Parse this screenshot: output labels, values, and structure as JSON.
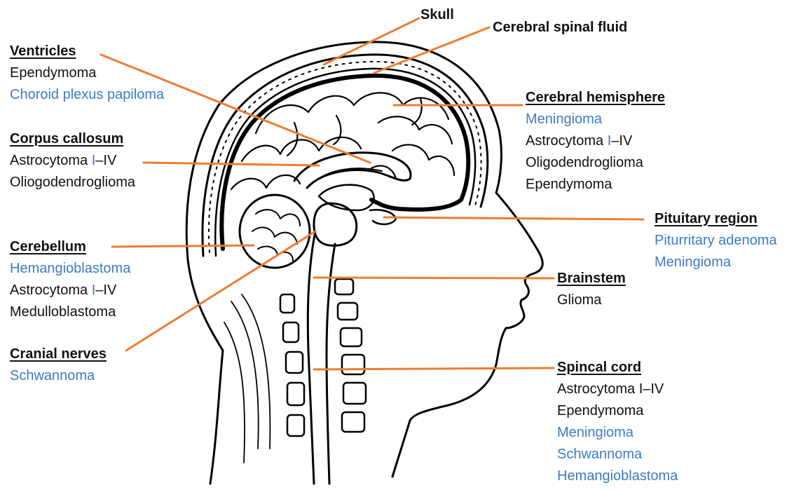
{
  "colors": {
    "leader_line": "#ed7d31",
    "blue_text": "#3d7bc4",
    "black_text": "#111111"
  },
  "labels": {
    "skull": {
      "title": "Skull"
    },
    "csf": {
      "title": "Cerebral spinal fluid"
    },
    "ventricles": {
      "title": "Ventricles",
      "items": [
        {
          "text": "Ependymoma",
          "color": "black"
        },
        {
          "text": "Choroid plexus papiloma",
          "color": "blue"
        }
      ]
    },
    "corpus_callosum": {
      "title": "Corpus callosum",
      "items": [
        {
          "pre": "Astrocytoma ",
          "hl": "I",
          "post": "–IV"
        },
        {
          "text": "Oliogodendroglioma",
          "color": "black"
        }
      ]
    },
    "cerebellum": {
      "title": "Cerebellum",
      "items": [
        {
          "text": "Hemangioblastoma",
          "color": "blue"
        },
        {
          "pre": "Astrocytoma ",
          "hl": "I",
          "post": "–IV"
        },
        {
          "text": "Medulloblastoma",
          "color": "black"
        }
      ]
    },
    "cranial_nerves": {
      "title": "Cranial nerves",
      "items": [
        {
          "text": "Schwannoma",
          "color": "blue"
        }
      ]
    },
    "cerebral_hemisphere": {
      "title": "Cerebral hemisphere",
      "items": [
        {
          "text": "Meningioma",
          "color": "blue"
        },
        {
          "pre": "Astrocytoma ",
          "hl": "I",
          "post": "–IV"
        },
        {
          "text": "Oligodendroglioma",
          "color": "black"
        },
        {
          "text": "Ependymoma",
          "color": "black"
        }
      ]
    },
    "pituitary": {
      "title": "Pituitary region",
      "items": [
        {
          "text": "Piturritary adenoma",
          "color": "blue"
        },
        {
          "text": "Meningioma",
          "color": "blue"
        }
      ]
    },
    "brainstem": {
      "title": "Brainstem",
      "items": [
        {
          "text": "Glioma",
          "color": "black"
        }
      ]
    },
    "spinal_cord": {
      "title": "Spincal cord",
      "items": [
        {
          "text": "Astrocytoma I–IV",
          "color": "black"
        },
        {
          "text": "Ependymoma",
          "color": "black"
        },
        {
          "text": "Meningioma",
          "color": "blue"
        },
        {
          "text": "Schwannoma",
          "color": "blue"
        },
        {
          "text": "Hemangioblastoma",
          "color": "blue"
        }
      ]
    }
  }
}
